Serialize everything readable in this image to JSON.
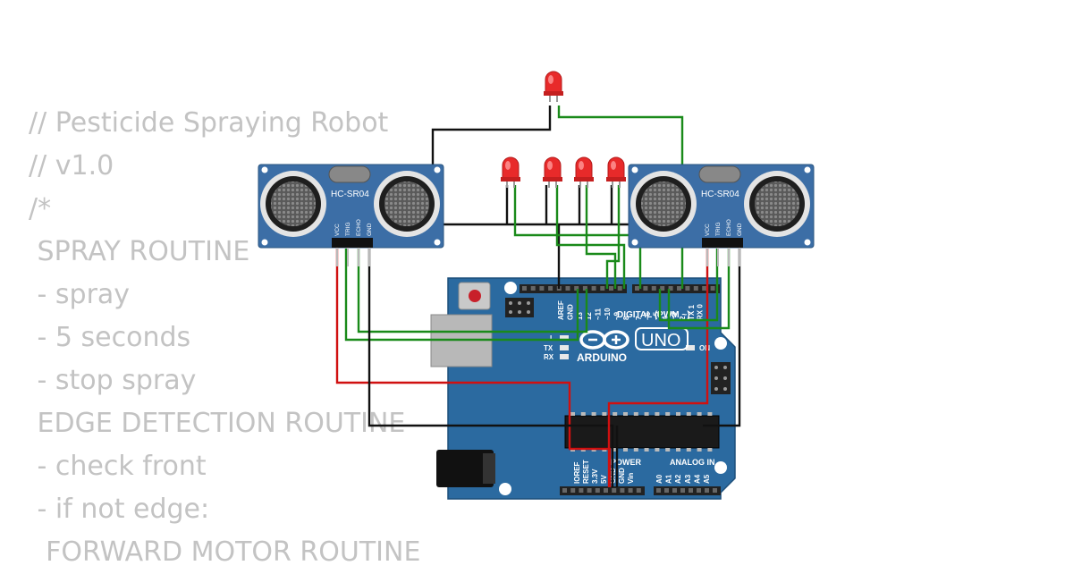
{
  "code_lines": [
    "// Pesticide Spraying Robot",
    "// v1.0",
    "/*",
    " SPRAY ROUTINE",
    " - spray",
    " - 5 seconds",
    " - stop spray",
    " EDGE DETECTION ROUTINE",
    " - check front",
    " - if not edge:",
    "  FORWARD MOTOR ROUTINE"
  ],
  "sensor_left": {
    "model": "HC-SR04",
    "pins": [
      "VCC",
      "TRIG",
      "ECHO",
      "GND"
    ]
  },
  "sensor_right": {
    "model": "HC-SR04",
    "pins": [
      "VCC",
      "TRIG",
      "ECHO",
      "GND"
    ]
  },
  "arduino": {
    "brand": "ARDUINO",
    "model": "UNO",
    "digital_header": "DIGITAL (PWM ~)",
    "digital_pins_left": [
      "AREF",
      "GND",
      "13",
      "12",
      "~11",
      "~10",
      "~9",
      "8"
    ],
    "digital_pins_right": [
      "7",
      "~6",
      "~5",
      "4",
      "~3",
      "2",
      "TX 1",
      "RX 0"
    ],
    "tx_label": "TX",
    "rx_label": "RX",
    "on_label": "ON",
    "l_label": "L",
    "power_header": "POWER",
    "analog_header": "ANALOG IN",
    "power_pins": [
      "IOREF",
      "RESET",
      "3.3V",
      "5V",
      "GND",
      "GND",
      "Vin"
    ],
    "analog_pins": [
      "A0",
      "A1",
      "A2",
      "A3",
      "A4",
      "A5"
    ]
  },
  "leds": {
    "count": 5,
    "color": "red"
  },
  "colors": {
    "code_text": "#c3c3c3",
    "board": "#2b6aa0",
    "sensor": "#3c6ea6",
    "wire_green": "#1a8a1a",
    "wire_black": "#111111",
    "wire_red": "#d01010",
    "led": "#e82a2a"
  }
}
